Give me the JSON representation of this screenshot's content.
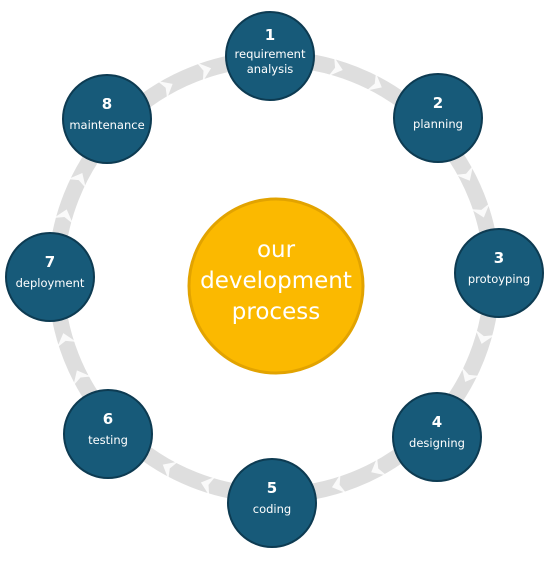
{
  "center": {
    "lines": [
      "our",
      "development",
      "process"
    ]
  },
  "steps": [
    {
      "number": "1",
      "label_lines": [
        "requirement",
        "analysis"
      ]
    },
    {
      "number": "2",
      "label_lines": [
        "planning"
      ]
    },
    {
      "number": "3",
      "label_lines": [
        "protoyping"
      ]
    },
    {
      "number": "4",
      "label_lines": [
        "designing"
      ]
    },
    {
      "number": "5",
      "label_lines": [
        "coding"
      ]
    },
    {
      "number": "6",
      "label_lines": [
        "testing"
      ]
    },
    {
      "number": "7",
      "label_lines": [
        "deployment"
      ]
    },
    {
      "number": "8",
      "label_lines": [
        "maintenance"
      ]
    }
  ],
  "colors": {
    "step_fill": "#175a79",
    "step_border": "#0d3b52",
    "center_fill": "#fbb900",
    "center_border": "#e2a300",
    "ring": "#dedede",
    "text": "#ffffff"
  }
}
